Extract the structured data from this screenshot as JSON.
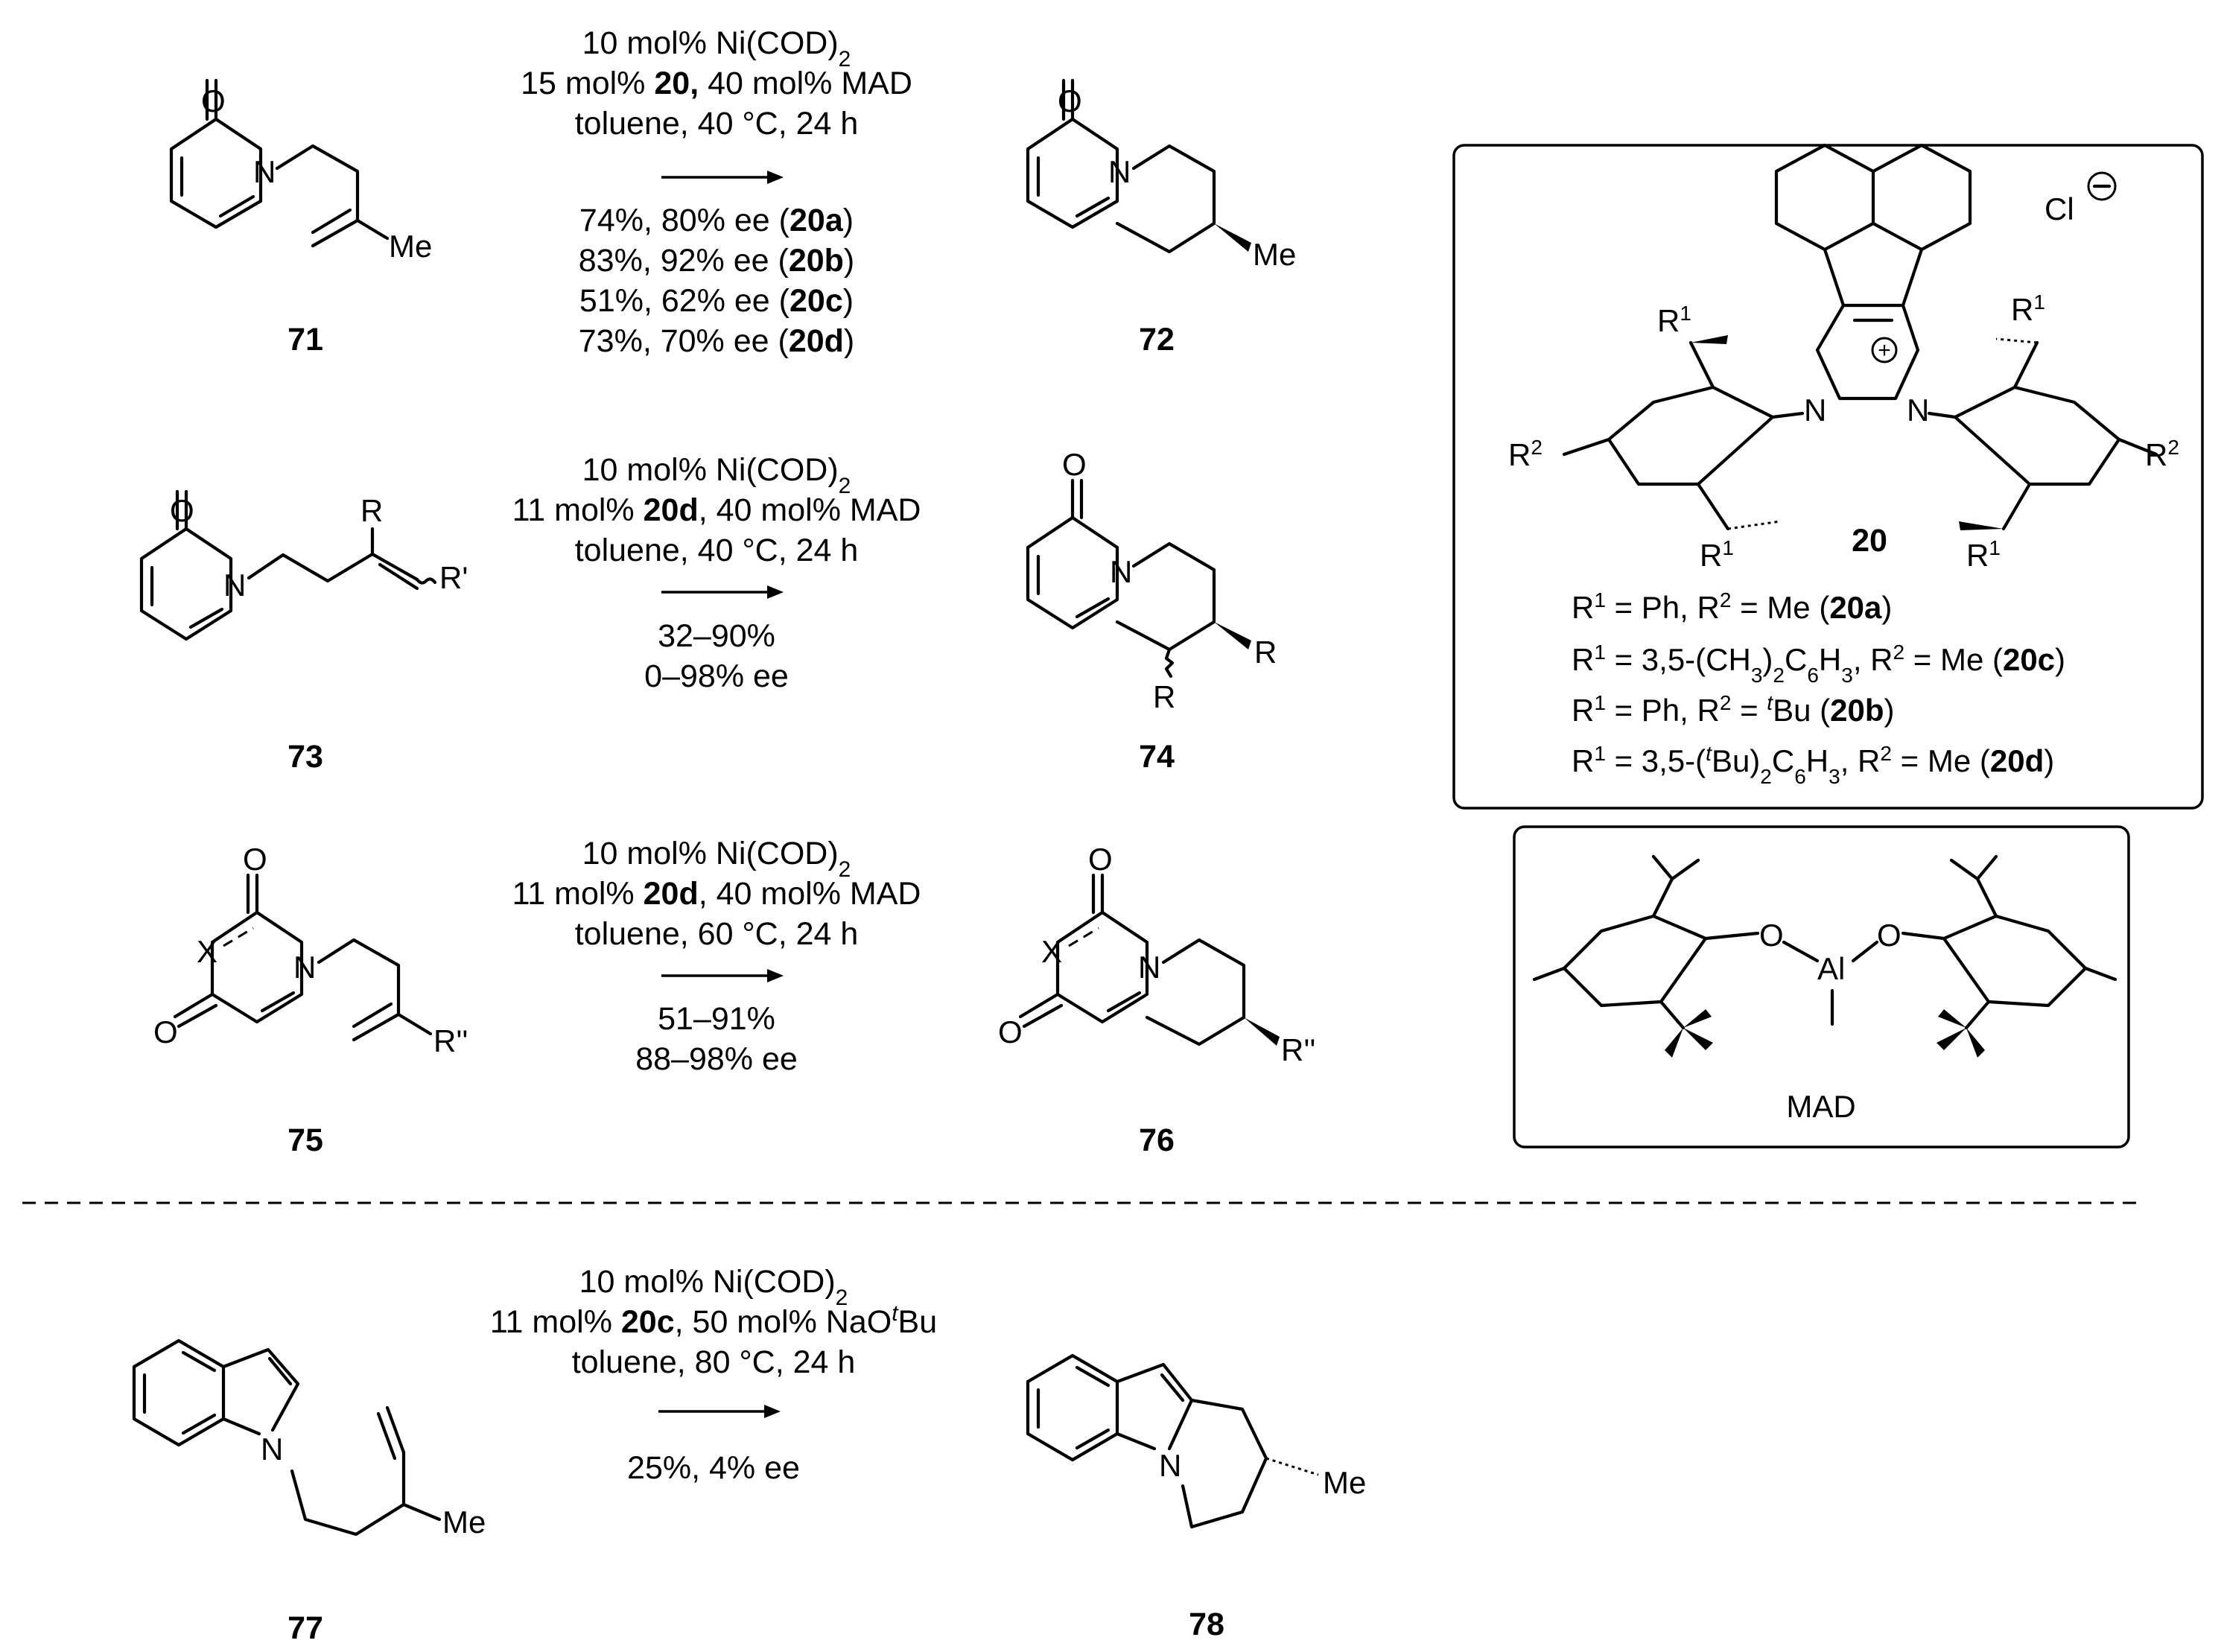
{
  "reactions": [
    {
      "substrate_label": "71",
      "product_label": "72",
      "substrate_atoms": {
        "o": "O",
        "n": "N",
        "me": "Me"
      },
      "product_atoms": {
        "o": "O",
        "n": "N",
        "me": "Me"
      },
      "conditions": {
        "line1": "10 mol% Ni(COD)",
        "line1_sub": "2",
        "line2_pre": "15 mol% ",
        "line2_bold": "20,",
        "line2_post": " 40 mol% MAD",
        "line3": "toluene, 40 °C, 24 h"
      },
      "results": [
        {
          "text": "74%, 80% ee (",
          "ligand": "20a",
          "close": ")"
        },
        {
          "text": "83%, 92% ee (",
          "ligand": "20b",
          "close": ")"
        },
        {
          "text": "51%, 62% ee (",
          "ligand": "20c",
          "close": ")"
        },
        {
          "text": "73%, 70% ee (",
          "ligand": "20d",
          "close": ")"
        }
      ]
    },
    {
      "substrate_label": "73",
      "product_label": "74",
      "substrate_atoms": {
        "o": "O",
        "n": "N",
        "r": "R",
        "r_prime": "R'"
      },
      "product_atoms": {
        "o": "O",
        "n": "N",
        "r1": "R",
        "r2": "R"
      },
      "conditions": {
        "line1": "10 mol% Ni(COD)",
        "line1_sub": "2",
        "line2_pre": "11 mol% ",
        "line2_bold": "20d",
        "line2_post": ", 40 mol% MAD",
        "line3": "toluene, 40 °C, 24 h"
      },
      "yield": "32–90%",
      "ee": "0–98% ee"
    },
    {
      "substrate_label": "75",
      "product_label": "76",
      "substrate_atoms": {
        "o1": "O",
        "o2": "O",
        "n": "N",
        "x": "X",
        "r": "R''"
      },
      "product_atoms": {
        "o1": "O",
        "o2": "O",
        "n": "N",
        "x": "X",
        "r": "R''"
      },
      "conditions": {
        "line1": "10 mol% Ni(COD)",
        "line1_sub": "2",
        "line2_pre": "11 mol% ",
        "line2_bold": "20d",
        "line2_post": ", 40 mol% MAD",
        "line3": "toluene, 60 °C, 24 h"
      },
      "yield": "51–91%",
      "ee": "88–98% ee"
    },
    {
      "substrate_label": "77",
      "product_label": "78",
      "substrate_atoms": {
        "n": "N",
        "me": "Me"
      },
      "product_atoms": {
        "n": "N",
        "me": "Me"
      },
      "conditions": {
        "line1": "10 mol% Ni(COD)",
        "line1_sub": "2",
        "line2_pre": "11 mol% ",
        "line2_bold": "20c",
        "line2_post": ", 50 mol% NaO",
        "line2_sup": "t",
        "line2_end": "Bu",
        "line3": "toluene, 80 °C, 24 h"
      },
      "result": "25%, 4% ee"
    }
  ],
  "catalyst_box": {
    "label": "20",
    "counterion": "Cl",
    "n_left": "N",
    "n_right": "N",
    "r1": "R",
    "r1_sup": "1",
    "r2": "R",
    "r2_sup": "2",
    "variants": [
      {
        "r1": "Ph",
        "r2": "Me",
        "r2_sup": "",
        "r2_post": "",
        "id": "20a"
      },
      {
        "r1": "3,5-(CH",
        "r1_sub1": "3",
        "r1_mid": ")",
        "r1_sub2": "2",
        "r1_mid2": "C",
        "r1_sub3": "6",
        "r1_mid3": "H",
        "r1_sub4": "3",
        "r2": "Me",
        "id": "20c"
      },
      {
        "r1": "Ph",
        "r2_sup": "t",
        "r2": "Bu",
        "id": "20b"
      },
      {
        "r1_pre": "3,5-(",
        "r1_sup": "t",
        "r1": "Bu)",
        "r1_sub1": "2",
        "r1_mid": "C",
        "r1_sub2": "6",
        "r1_mid2": "H",
        "r1_sub3": "3",
        "r2": "Me",
        "id": "20d"
      }
    ]
  },
  "mad_box": {
    "label": "MAD",
    "o_left": "O",
    "o_right": "O",
    "al": "Al"
  }
}
